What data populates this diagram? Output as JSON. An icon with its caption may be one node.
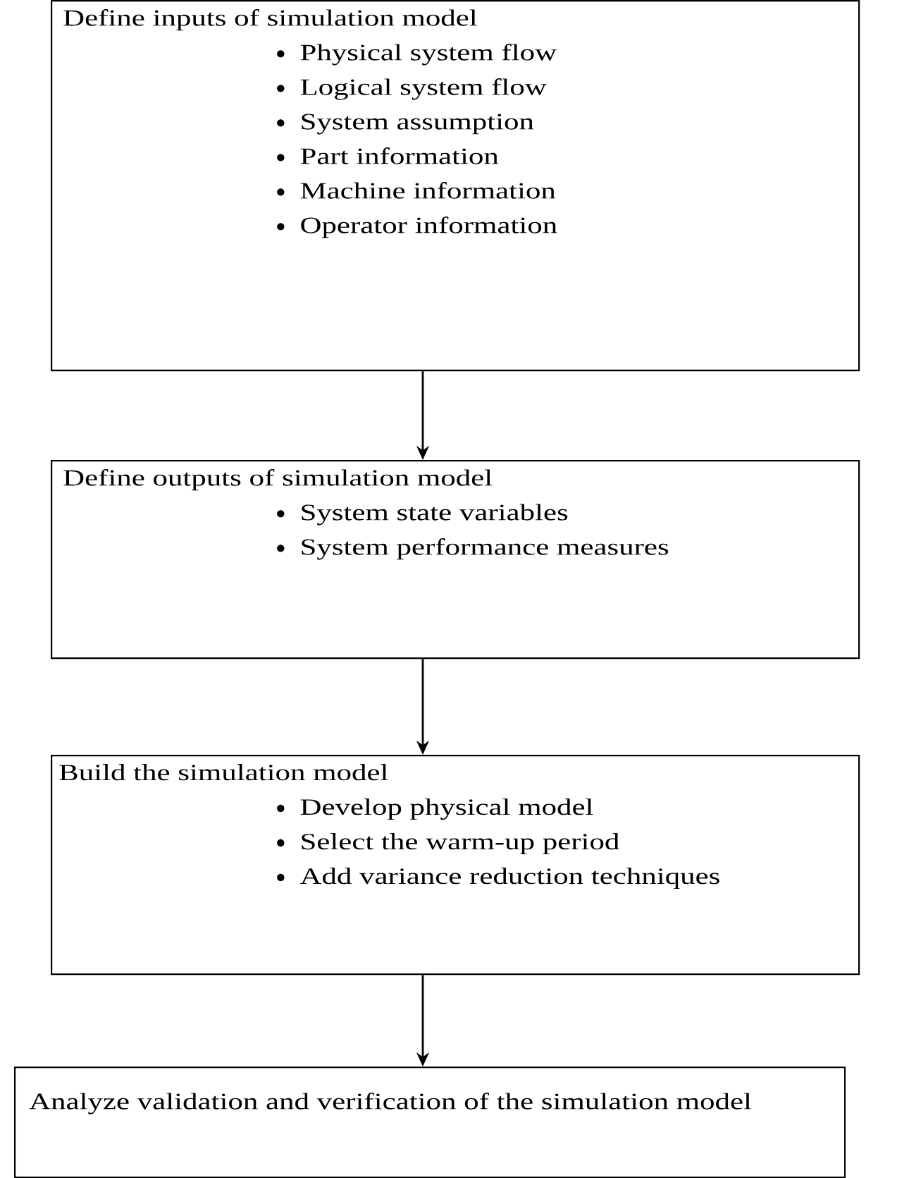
{
  "diagram": {
    "nodes": [
      {
        "text": [
          "Define inputs of simulation model",
          "Physical system flow",
          "Logical system flow",
          "System assumption",
          "Part information",
          "Machine information",
          "Operator information"
        ]
      },
      {
        "text": [
          "Define outputs of simulation model",
          "System state variables",
          "System performance measures"
        ]
      },
      {
        "text": [
          "Build the simulation model",
          "Develop physical model",
          "Select the warm-up period",
          "Add variance reduction techniques"
        ]
      },
      {
        "text": [
          "Analyze validation and verification of the simulation model"
        ]
      }
    ],
    "edges": [
      {
        "from": 0,
        "to": 1,
        "arrow": "to"
      },
      {
        "from": 1,
        "to": 2,
        "arrow": "to"
      },
      {
        "from": 2,
        "to": 3,
        "arrow": "to"
      }
    ]
  }
}
